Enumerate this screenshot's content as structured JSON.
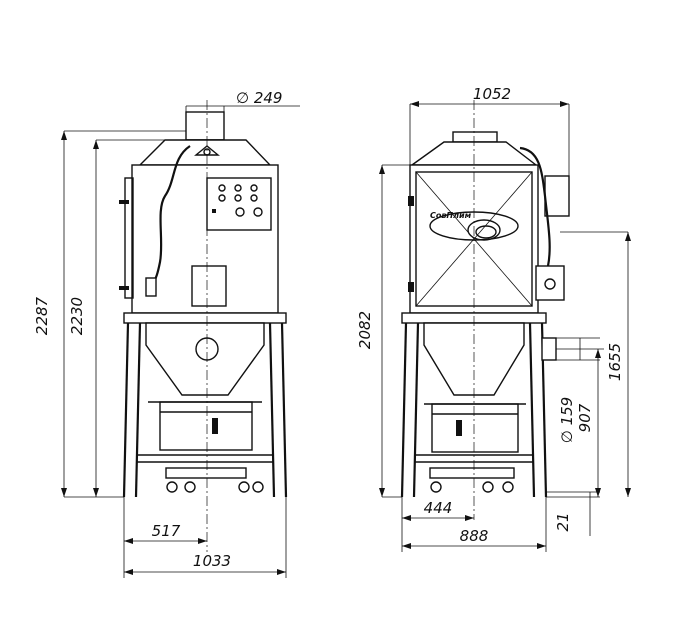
{
  "front_view": {
    "dimensions": {
      "pipe_diameter": "∅ 249",
      "total_height": "2287",
      "body_height": "2230",
      "half_width": "517",
      "total_width": "1033"
    }
  },
  "side_view": {
    "dimensions": {
      "total_width": "1052",
      "body_height": "2082",
      "outlet_height": "1655",
      "outlet_diameter": "∅ 159",
      "outlet_axis_height": "907",
      "axis_offset": "444",
      "base_width": "888",
      "bottom_gap": "21"
    },
    "logo_text": "СовПлим"
  }
}
